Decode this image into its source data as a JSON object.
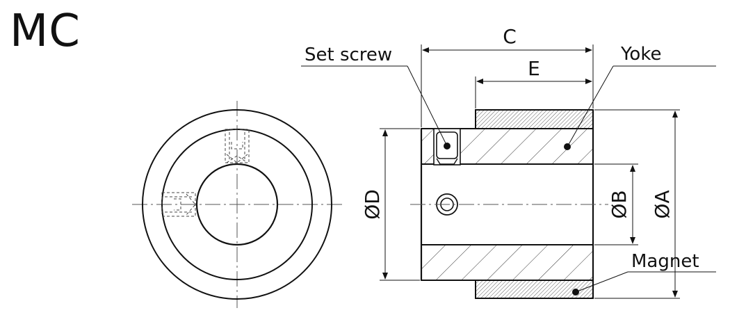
{
  "title": "MC",
  "labels": {
    "set_screw": "Set screw",
    "yoke": "Yoke",
    "magnet": "Magnet"
  },
  "dimensions": {
    "c": "C",
    "e": "E",
    "d": "ØD",
    "b": "ØB",
    "a": "ØA"
  }
}
